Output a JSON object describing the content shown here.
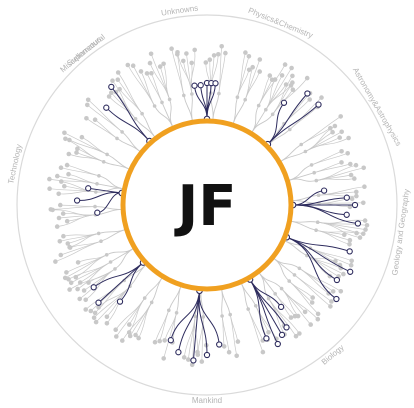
{
  "diagram": {
    "center_logo": "JF",
    "categories": [
      {
        "label": "Supernatural"
      },
      {
        "label": "Unknowns"
      },
      {
        "label": "Physics&Chemistry"
      },
      {
        "label": "Astronomy&Astrophysics"
      },
      {
        "label": "Geology and Geography"
      },
      {
        "label": "Biology"
      },
      {
        "label": "Mankind"
      },
      {
        "label": "Technology"
      },
      {
        "label": "Miscellaneous"
      }
    ],
    "colors": {
      "ring": "#f0a020",
      "highlight": "#2e2c5e",
      "muted": "#c8c8c8",
      "node_stroke": "#2e2c5e",
      "outer_ring": "#dadada"
    }
  }
}
